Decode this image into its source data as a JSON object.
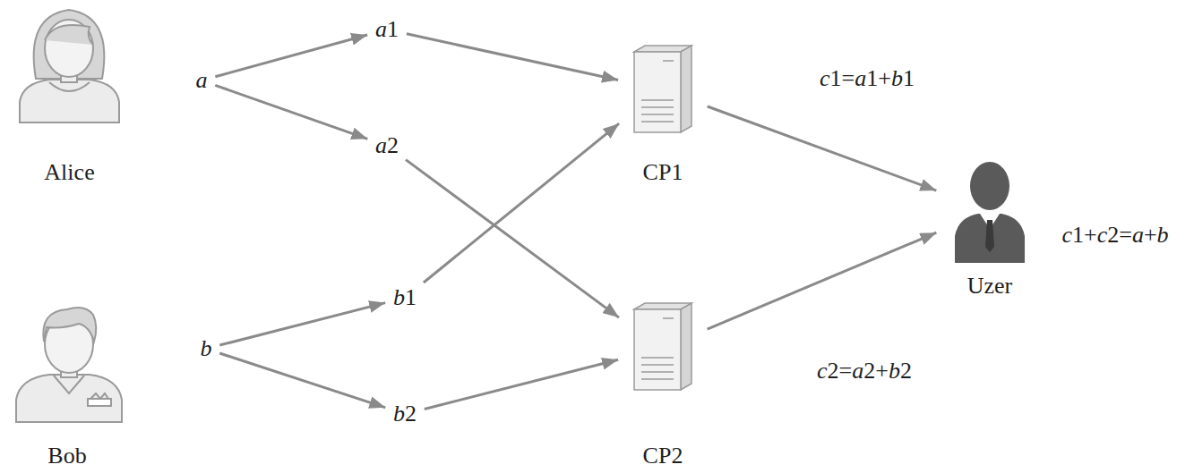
{
  "diagram": {
    "nodes": [
      {
        "text": [
          "Alice"
        ]
      },
      {
        "text": [
          "a"
        ]
      },
      {
        "text": [
          "a1"
        ]
      },
      {
        "text": [
          "a2"
        ]
      },
      {
        "text": [
          "Bob"
        ]
      },
      {
        "text": [
          "b"
        ]
      },
      {
        "text": [
          "b1"
        ]
      },
      {
        "text": [
          "b2"
        ]
      },
      {
        "text": [
          "CP1"
        ]
      },
      {
        "text": [
          "CP2"
        ]
      },
      {
        "text": [
          "Uzer"
        ]
      }
    ],
    "edges": [
      {
        "from": 1,
        "to": 2,
        "arrow": "to"
      },
      {
        "from": 1,
        "to": 3,
        "arrow": "to"
      },
      {
        "from": 5,
        "to": 6,
        "arrow": "to"
      },
      {
        "from": 5,
        "to": 7,
        "arrow": "to"
      },
      {
        "from": 2,
        "to": 8,
        "arrow": "to"
      },
      {
        "from": 6,
        "to": 8,
        "arrow": "to"
      },
      {
        "from": 3,
        "to": 9,
        "arrow": "to"
      },
      {
        "from": 7,
        "to": 9,
        "arrow": "to"
      },
      {
        "from": 8,
        "to": 10,
        "arrow": "to",
        "label": "c1=a1+b1"
      },
      {
        "from": 9,
        "to": 10,
        "arrow": "to",
        "label": "c2=a2+b2"
      }
    ],
    "labels": [
      "c1+c2=a+b"
    ]
  }
}
